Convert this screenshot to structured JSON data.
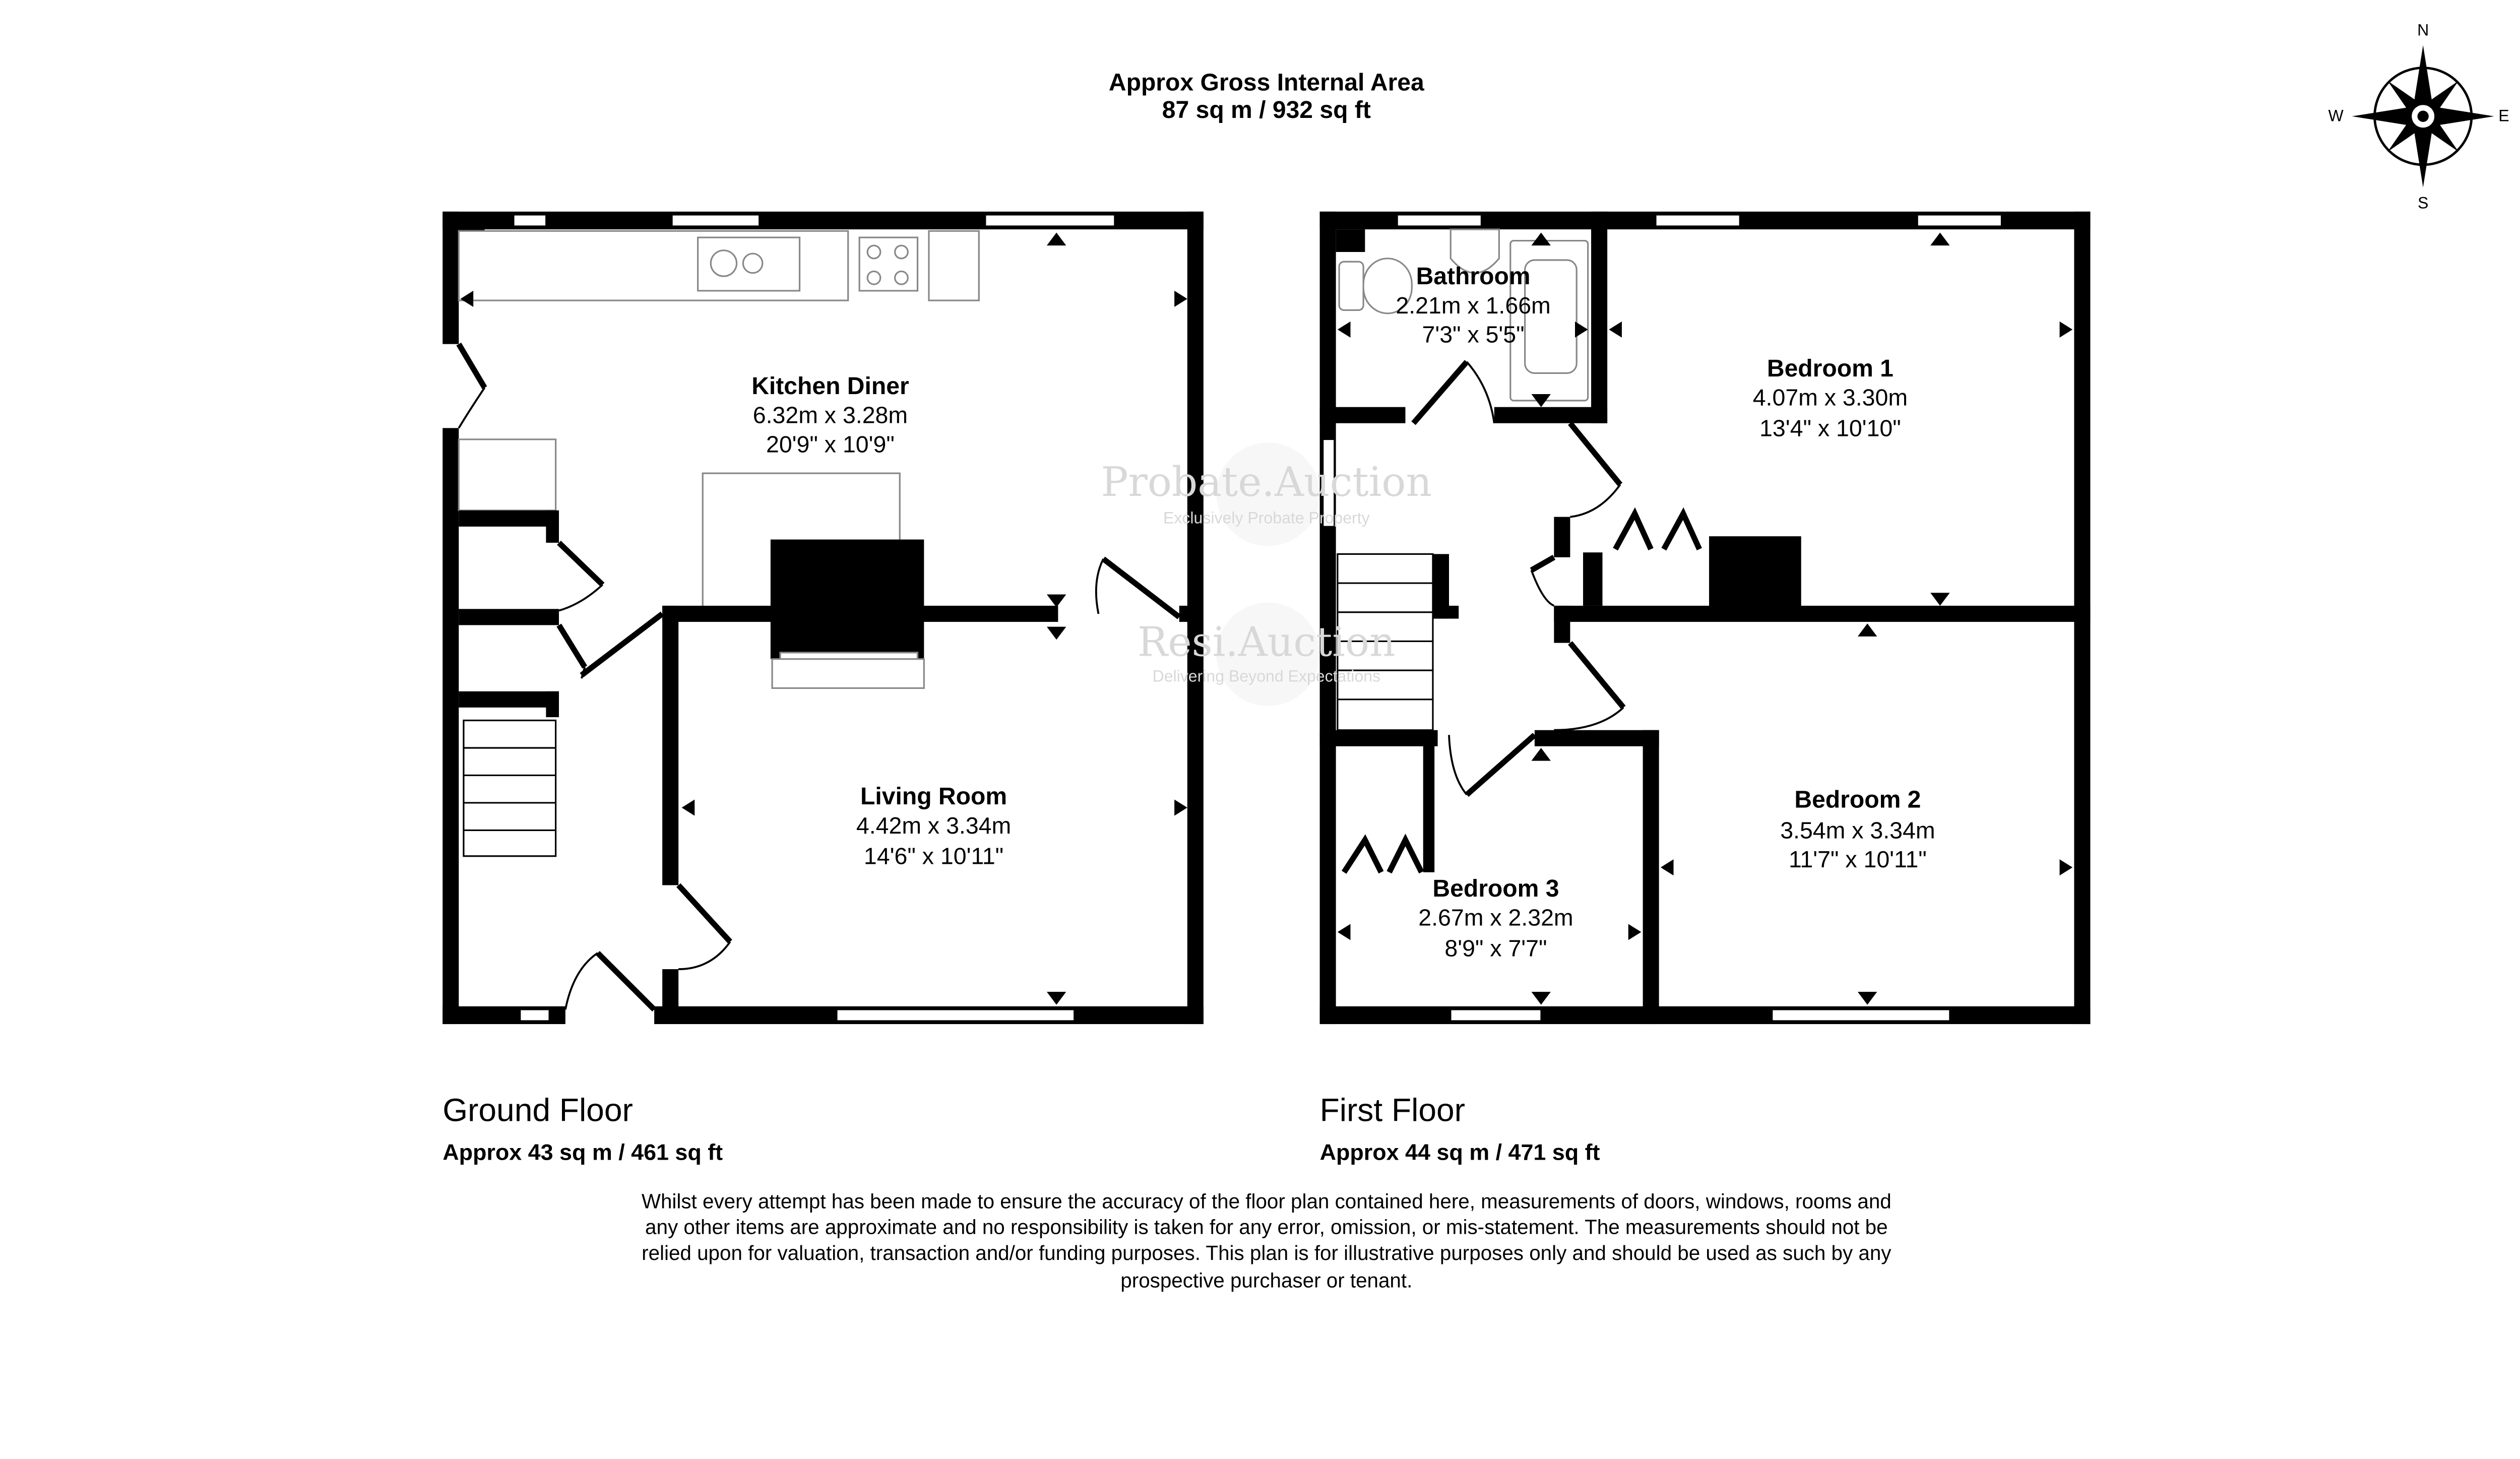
{
  "header": {
    "title": "Approx Gross Internal Area",
    "area": "87 sq m / 932 sq ft"
  },
  "compass": {
    "n": "N",
    "e": "E",
    "s": "S",
    "w": "W"
  },
  "watermark": {
    "brand1": "Probate.Auction",
    "tag1": "Exclusively Probate Property",
    "brand2": "Resi.Auction",
    "tag2": "Delivering Beyond Expectations"
  },
  "ground_floor": {
    "label": "Ground Floor",
    "area": "Approx 43 sq m / 461 sq ft",
    "rooms": [
      {
        "name": "Kitchen Diner",
        "metric": "6.32m x 3.28m",
        "imperial": "20'9\" x 10'9\""
      },
      {
        "name": "Living Room",
        "metric": "4.42m x 3.34m",
        "imperial": "14'6\" x 10'11\""
      }
    ]
  },
  "first_floor": {
    "label": "First Floor",
    "area": "Approx 44 sq m / 471 sq ft",
    "rooms": [
      {
        "name": "Bathroom",
        "metric": "2.21m x 1.66m",
        "imperial": "7'3\" x 5'5\""
      },
      {
        "name": "Bedroom 1",
        "metric": "4.07m x 3.30m",
        "imperial": "13'4\" x 10'10\""
      },
      {
        "name": "Bedroom 2",
        "metric": "3.54m x 3.34m",
        "imperial": "11'7\" x 10'11\""
      },
      {
        "name": "Bedroom 3",
        "metric": "2.67m x 2.32m",
        "imperial": "8'9\" x 7'7\""
      }
    ]
  },
  "disclaimer": [
    "Whilst every attempt has been made to ensure the accuracy of the floor plan contained here, measurements of doors, windows, rooms and",
    "any other items are approximate and no responsibility is taken for any error, omission, or mis-statement. The measurements should not be",
    "relied upon for valuation, transaction and/or funding purposes. This plan is for illustrative purposes only and should be used as such by any",
    "prospective purchaser or tenant."
  ]
}
